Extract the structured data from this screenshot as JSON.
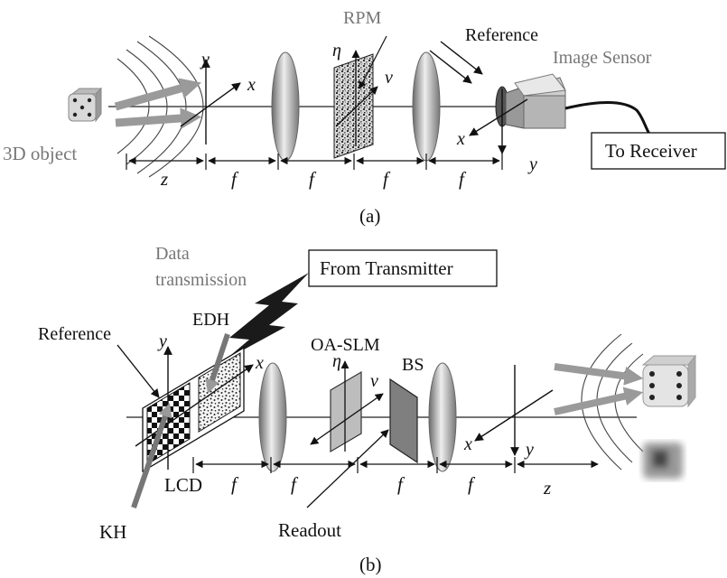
{
  "panel_a": {
    "caption": "(a)",
    "labels": {
      "rpm": "RPM",
      "reference": "Reference",
      "image_sensor": "Image Sensor",
      "to_receiver": "To Receiver",
      "object": "3D object"
    },
    "axes": {
      "x1": "x",
      "y1": "y",
      "eta": "η",
      "nu": "ν",
      "x2": "x",
      "y2": "y"
    },
    "distances": [
      "z",
      "f",
      "f",
      "f",
      "f"
    ]
  },
  "panel_b": {
    "caption": "(b)",
    "labels": {
      "data_transmission_1": "Data",
      "data_transmission_2": "transmission",
      "from_transmitter": "From Transmitter",
      "reference": "Reference",
      "edh": "EDH",
      "oa_slm": "OA-SLM",
      "bs": "BS",
      "lcd": "LCD",
      "kh": "KH",
      "readout": "Readout"
    },
    "axes": {
      "y1": "y",
      "x1": "x",
      "eta": "η",
      "nu": "ν",
      "x2": "x",
      "y2": "y"
    },
    "distances": [
      "f",
      "f",
      "f",
      "f",
      "z"
    ]
  }
}
